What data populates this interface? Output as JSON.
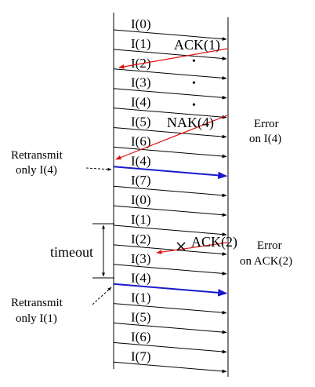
{
  "frames": [
    "I(0)",
    "I(1)",
    "I(2)",
    "I(3)",
    "I(4)",
    "I(5)",
    "I(6)",
    "I(4)",
    "I(7)",
    "I(0)",
    "I(1)",
    "I(2)",
    "I(3)",
    "I(4)",
    "I(1)",
    "I(5)",
    "I(6)",
    "I(7)"
  ],
  "acks": {
    "ack1": "ACK(1)",
    "nak4": "NAK(4)",
    "ack2": "ACK(2)"
  },
  "annotations": {
    "error1_line1": "Error",
    "error1_line2": "on I(4)",
    "error2_line1": "Error",
    "error2_line2": "on ACK(2)",
    "retransmit1_line1": "Retransmit",
    "retransmit1_line2": "only I(4)",
    "retransmit2_line1": "Retransmit",
    "retransmit2_line2": "only I(1)",
    "timeout": "timeout"
  },
  "colors": {
    "frame_arrow": "#000000",
    "retransmit_arrow": "#1a1acc",
    "ack_arrow": "#e01010"
  },
  "dots": "•"
}
